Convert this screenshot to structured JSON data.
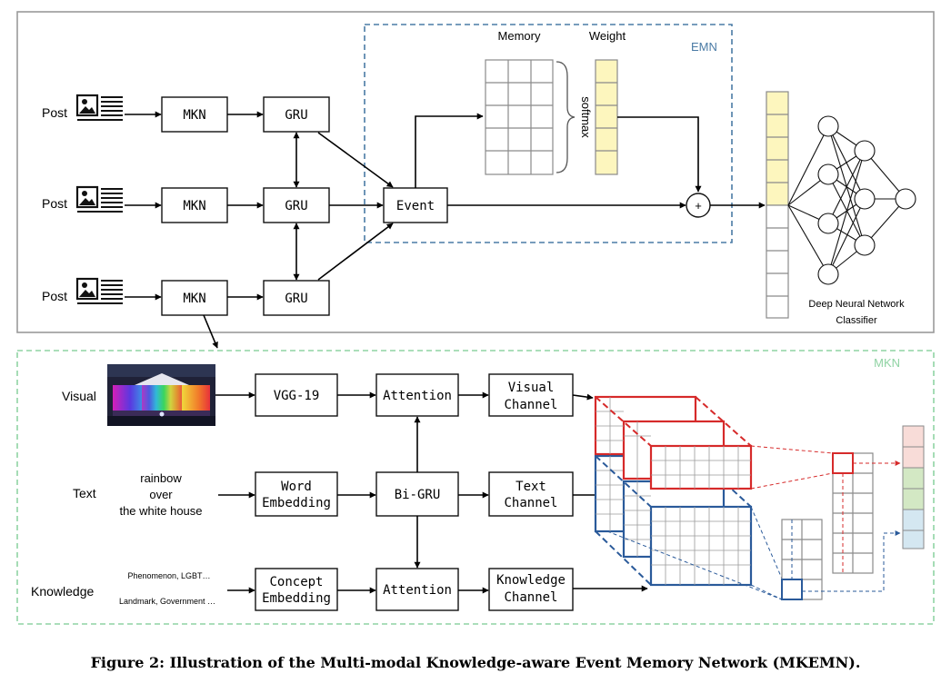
{
  "colors": {
    "mkn_fill": "#cfeadf",
    "weight_fill": "#fdf6be",
    "emn_dash": "#4a7ba5",
    "mkn_dash": "#8fd3a3",
    "red_grid": "#d62a2a",
    "blue_grid": "#2a5a9a",
    "out_pink": "#f8dcd8",
    "out_green": "#d3e8c4",
    "out_blue": "#d4e7f1"
  },
  "top": {
    "posts": [
      {
        "label": "Post",
        "mkn": "MKN",
        "gru": "GRU"
      },
      {
        "label": "Post",
        "mkn": "MKN",
        "gru": "GRU"
      },
      {
        "label": "Post",
        "mkn": "MKN",
        "gru": "GRU"
      }
    ],
    "event": "Event",
    "memory_label": "Memory",
    "weight_label": "Weight",
    "softmax_label": "softmax",
    "emn_label": "EMN",
    "plus": "+",
    "classifier_line1": "Deep Neural Network",
    "classifier_line2": "Classifier"
  },
  "mkn": {
    "panel_label": "MKN",
    "rows": [
      {
        "label": "Visual",
        "encoder": [
          "VGG-19"
        ],
        "mid": "Attention",
        "channel": [
          "Visual",
          "Channel"
        ]
      },
      {
        "label": "Text",
        "input": [
          "rainbow",
          "over",
          "the white house"
        ],
        "encoder": [
          "Word",
          "Embedding"
        ],
        "mid": "Bi-GRU",
        "channel": [
          "Text",
          "Channel"
        ]
      },
      {
        "label": "Knowledge",
        "input": [
          "Phenomenon, LGBT…",
          "Landmark, Government …"
        ],
        "encoder": [
          "Concept",
          "Embedding"
        ],
        "mid": "Attention",
        "channel": [
          "Knowledge",
          "Channel"
        ]
      }
    ]
  },
  "caption": "Figure 2: Illustration of the Multi-modal Knowledge-aware Event Memory Network (MKEMN)."
}
